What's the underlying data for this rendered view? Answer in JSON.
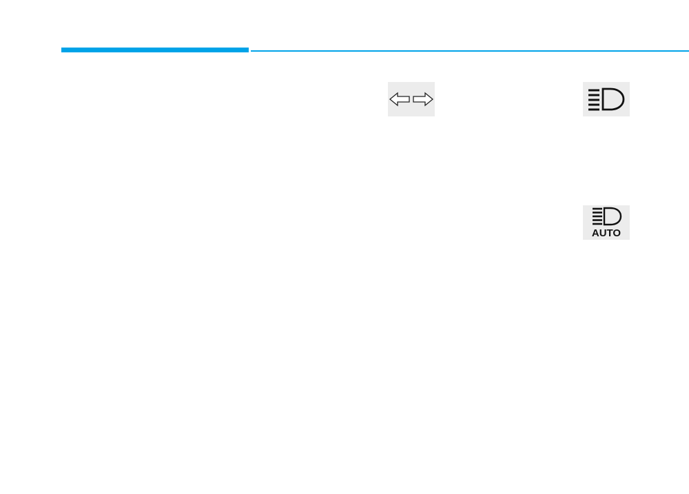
{
  "header": {
    "accent_color": "#00a3e8"
  },
  "indicators": [
    {
      "name": "turn-signal",
      "icon": "turn-signal-arrows-icon"
    },
    {
      "name": "headlamp",
      "icon": "headlamp-low-beam-icon"
    },
    {
      "name": "auto-headlamp",
      "icon": "auto-headlamp-icon",
      "label": "AUTO"
    }
  ]
}
